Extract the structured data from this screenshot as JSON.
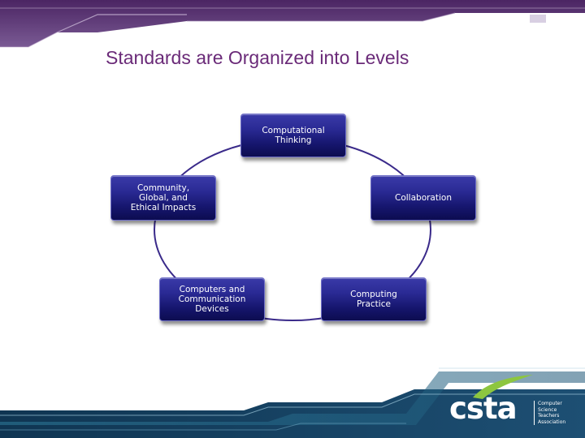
{
  "slide": {
    "title": "Standards are Organized into Levels"
  },
  "diagram": {
    "nodes": [
      {
        "id": "computational-thinking",
        "line1": "Computational",
        "line2": "Thinking",
        "line3": ""
      },
      {
        "id": "collaboration",
        "line1": "Collaboration",
        "line2": "",
        "line3": ""
      },
      {
        "id": "computing-practice",
        "line1": "Computing",
        "line2": "Practice",
        "line3": ""
      },
      {
        "id": "computers-and-communication-devices",
        "line1": "Computers and",
        "line2": "Communication",
        "line3": "Devices"
      },
      {
        "id": "community-global-ethical-impacts",
        "line1": "Community,",
        "line2": "Global, and",
        "line3": "Ethical Impacts"
      }
    ],
    "ring_color": "#3a2a8a"
  },
  "logo": {
    "wordmark": "csta",
    "subtitle": [
      "Computer",
      "Science",
      "Teachers",
      "Association"
    ]
  },
  "colors": {
    "title": "#6a2a78",
    "banner_dark": "#5a2f72",
    "banner_light": "#8a6aa3",
    "footer_dark": "#123a5c",
    "footer_teal": "#2a6f8f",
    "swoosh": "#8dc63f"
  }
}
